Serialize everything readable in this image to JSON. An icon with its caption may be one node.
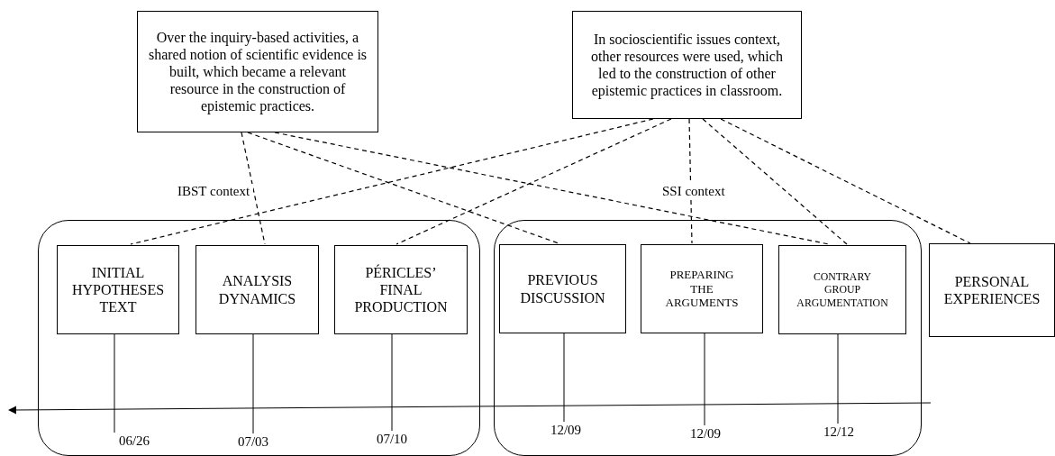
{
  "diagram": {
    "nodes": [
      {
        "text": [
          "Over the inquiry-based activities, a shared notion of scientific evidence is built, which became a relevant resource in the construction of epistemic practices."
        ]
      },
      {
        "text": [
          "In socioscientific issues context, other resources were used, which led to the construction of other epistemic practices in classroom."
        ]
      },
      {
        "text": [
          "IBST context"
        ]
      },
      {
        "text": [
          "INITIAL HYPOTHESES TEXT"
        ],
        "in": 2
      },
      {
        "text": [
          "ANALYSIS DYNAMICS"
        ],
        "in": 2
      },
      {
        "text": [
          "PÉRICLES’ FINAL PRODUCTION"
        ],
        "in": 2
      },
      {
        "text": [
          "SSI context"
        ]
      },
      {
        "text": [
          "PREVIOUS DISCUSSION"
        ],
        "in": 6
      },
      {
        "text": [
          "PREPARING THE ARGUMENTS"
        ],
        "in": 6
      },
      {
        "text": [
          "CONTRARY GROUP ARGUMENTATION"
        ],
        "in": 6
      },
      {
        "text": [
          "PERSONAL EXPERIENCES"
        ]
      },
      {
        "text": [
          "06/26"
        ],
        "in": 2
      },
      {
        "text": [
          "07/03"
        ],
        "in": 2
      },
      {
        "text": [
          "07/10"
        ],
        "in": 2
      },
      {
        "text": [
          "12/09"
        ],
        "in": 6
      },
      {
        "text": [
          "12/09"
        ],
        "in": 6
      },
      {
        "text": [
          "12/12"
        ],
        "in": 6
      }
    ],
    "edges": [
      {
        "from": 0,
        "to": 4,
        "arrow": "none",
        "style": "dashed"
      },
      {
        "from": 0,
        "to": 7,
        "arrow": "none",
        "style": "dashed"
      },
      {
        "from": 0,
        "to": 9,
        "arrow": "none",
        "style": "dashed"
      },
      {
        "from": 1,
        "to": 3,
        "arrow": "none",
        "style": "dashed"
      },
      {
        "from": 1,
        "to": 5,
        "arrow": "none",
        "style": "dashed"
      },
      {
        "from": 1,
        "to": 8,
        "arrow": "none",
        "style": "dashed"
      },
      {
        "from": 1,
        "to": 9,
        "arrow": "none",
        "style": "dashed"
      },
      {
        "from": 1,
        "to": 10,
        "arrow": "none",
        "style": "dashed"
      },
      {
        "from": 3,
        "to": 11,
        "arrow": "none"
      },
      {
        "from": 4,
        "to": 12,
        "arrow": "none"
      },
      {
        "from": 5,
        "to": 13,
        "arrow": "none"
      },
      {
        "from": 7,
        "to": 14,
        "arrow": "none"
      },
      {
        "from": 8,
        "to": 15,
        "arrow": "none"
      },
      {
        "from": 9,
        "to": 16,
        "arrow": "none"
      }
    ]
  }
}
